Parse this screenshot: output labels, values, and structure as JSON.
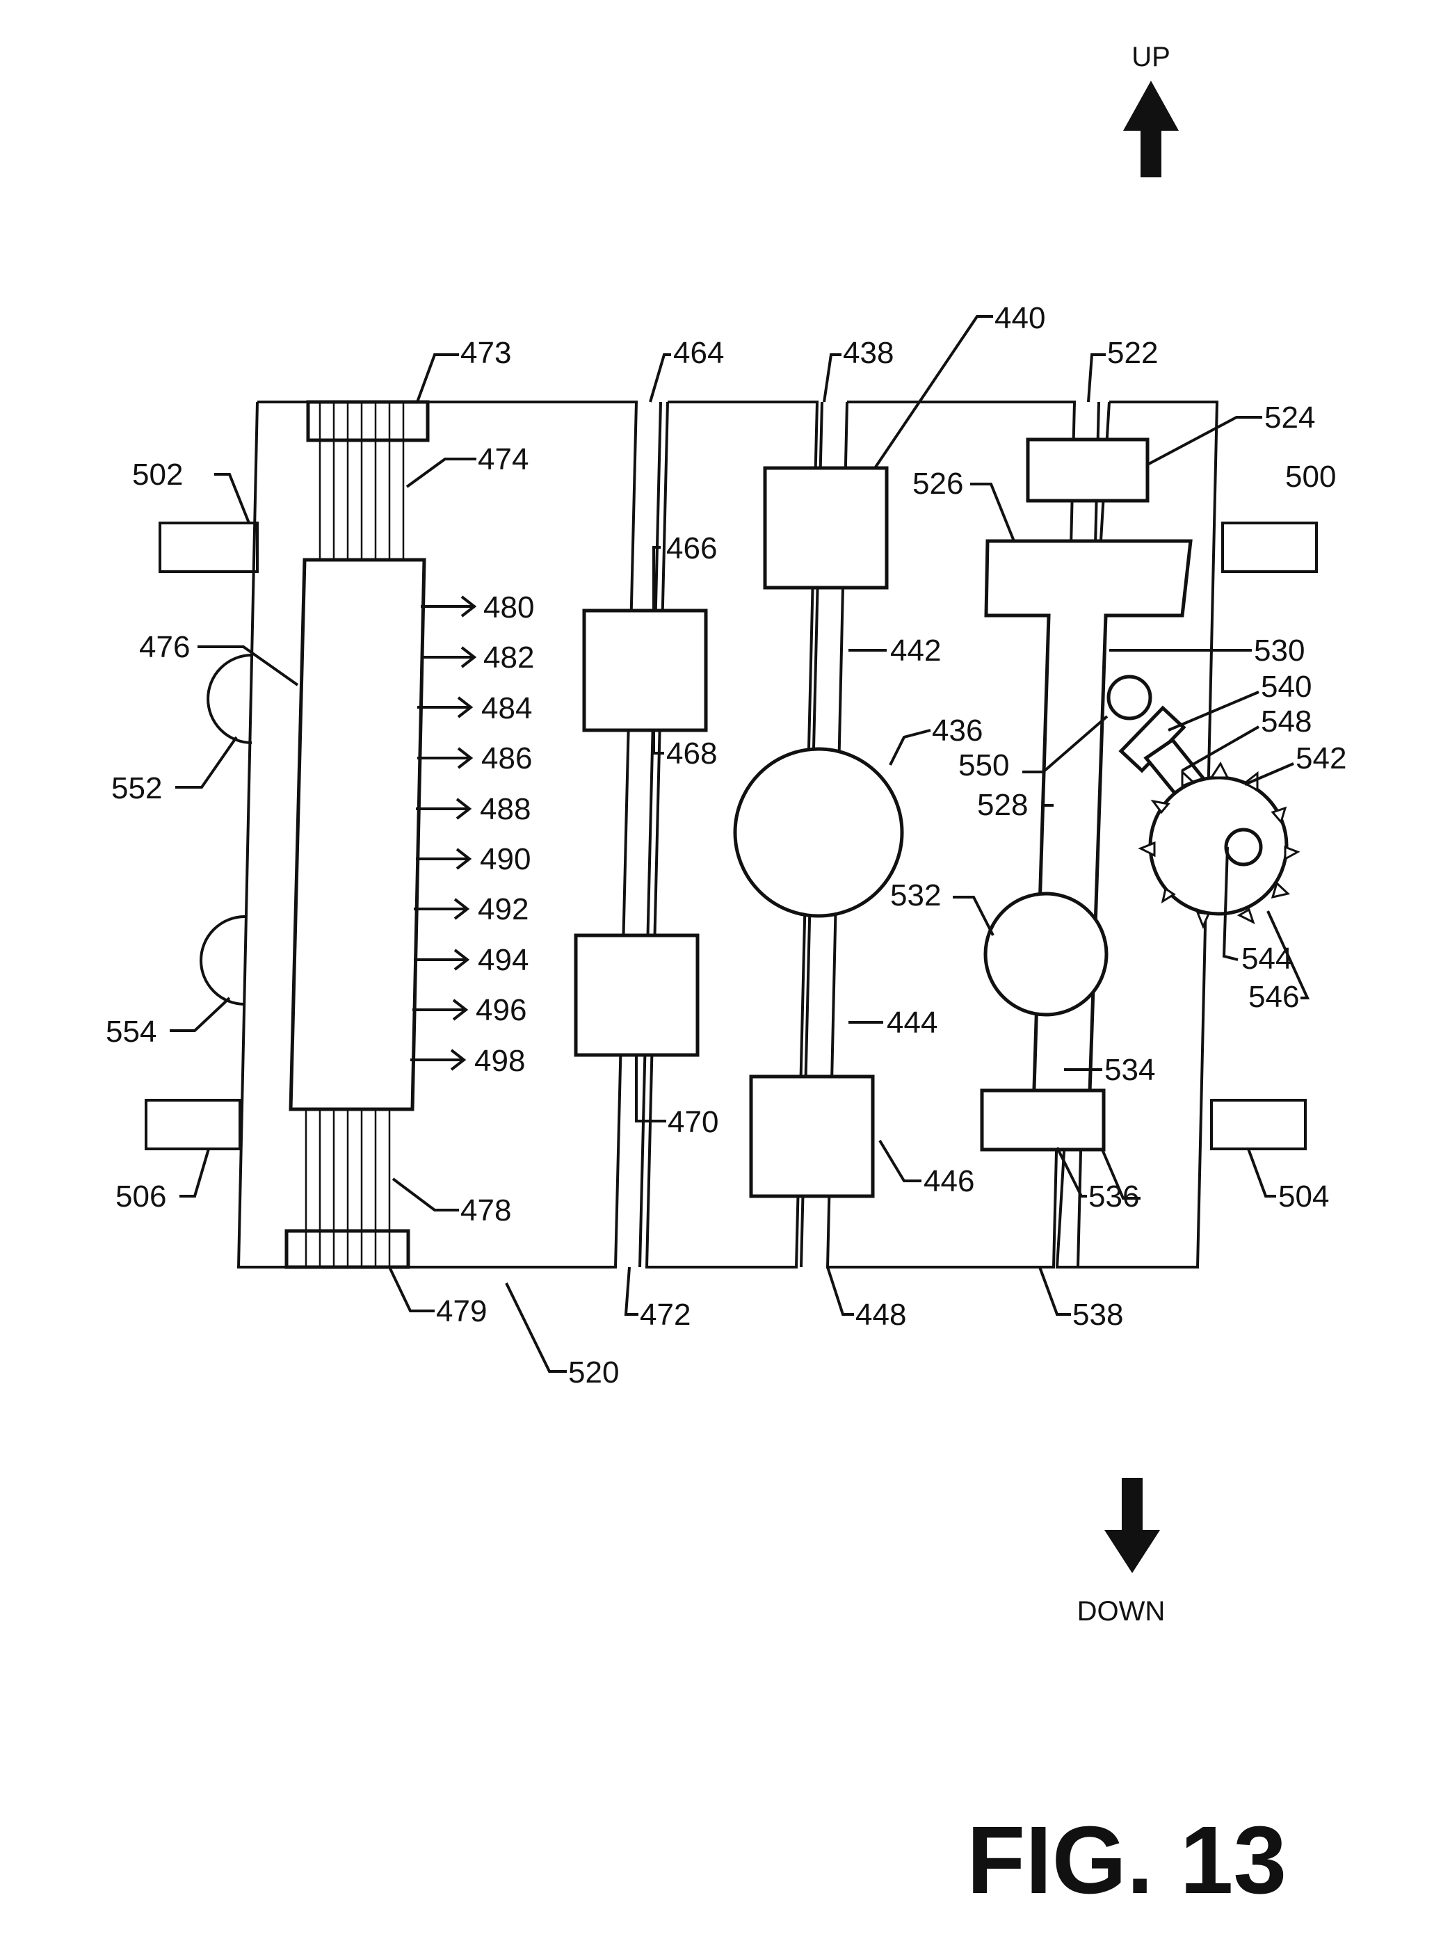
{
  "figure": {
    "title": "FIG. 13",
    "up_label": "UP",
    "down_label": "DOWN",
    "labels": {
      "r436": "436",
      "r438": "438",
      "r440": "440",
      "r442": "442",
      "r444": "444",
      "r446": "446",
      "r448": "448",
      "r464": "464",
      "r466": "466",
      "r468": "468",
      "r470": "470",
      "r472": "472",
      "r473": "473",
      "r474": "474",
      "r476": "476",
      "r478": "478",
      "r479": "479",
      "r480": "480",
      "r482": "482",
      "r484": "484",
      "r486": "486",
      "r488": "488",
      "r490": "490",
      "r492": "492",
      "r494": "494",
      "r496": "496",
      "r498": "498",
      "r500": "500",
      "r502": "502",
      "r504": "504",
      "r506": "506",
      "r520": "520",
      "r522": "522",
      "r524": "524",
      "r526": "526",
      "r528": "528",
      "r530": "530",
      "r532": "532",
      "r534": "534",
      "r536": "536",
      "r538": "538",
      "r540": "540",
      "r542": "542",
      "r544": "544",
      "r546": "546",
      "r548": "548",
      "r550": "550",
      "r552": "552",
      "r554": "554"
    }
  }
}
